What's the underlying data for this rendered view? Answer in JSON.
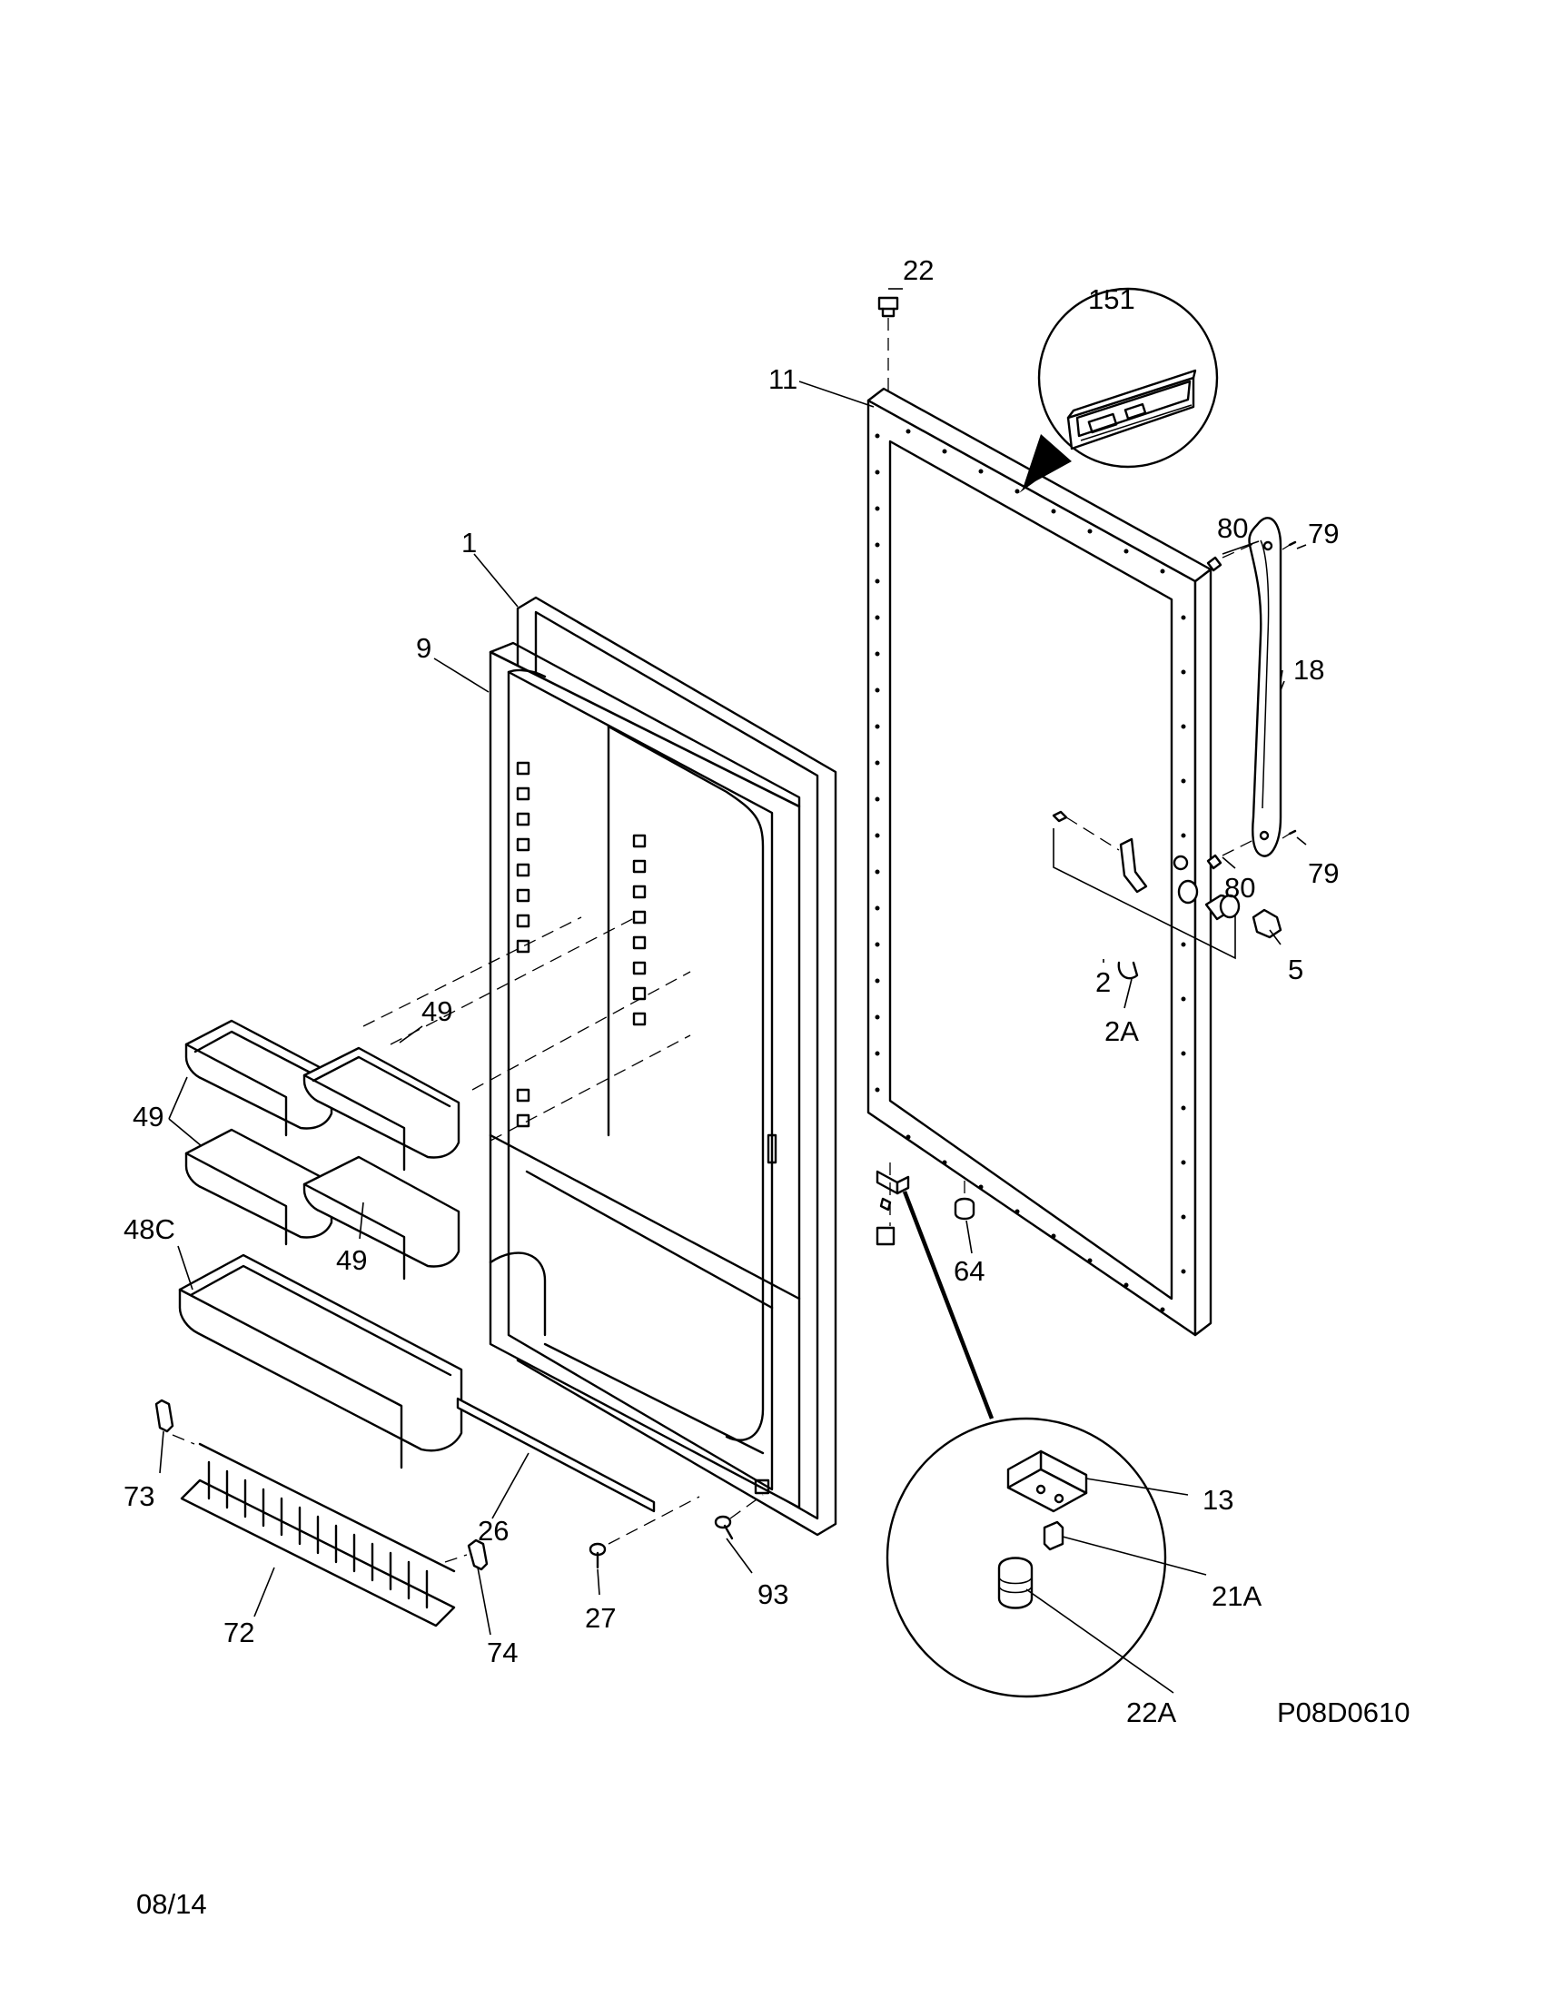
{
  "diagram": {
    "labels": {
      "l22": "22",
      "l151": "151",
      "l11": "11",
      "l1": "1",
      "l80a": "80",
      "l79a": "79",
      "l9": "9",
      "l18": "18",
      "l80b": "80",
      "l79b": "79",
      "l2": "2",
      "l5": "5",
      "l2A": "2A",
      "l49a": "49",
      "l49b": "49",
      "l49c": "49",
      "l48C": "48C",
      "l64": "64",
      "l13": "13",
      "l73": "73",
      "l26": "26",
      "l21A": "21A",
      "l93": "93",
      "l27": "27",
      "l72": "72",
      "l74": "74",
      "l22A": "22A"
    },
    "drawing_number": "P08D0610",
    "date_code": "08/14"
  }
}
